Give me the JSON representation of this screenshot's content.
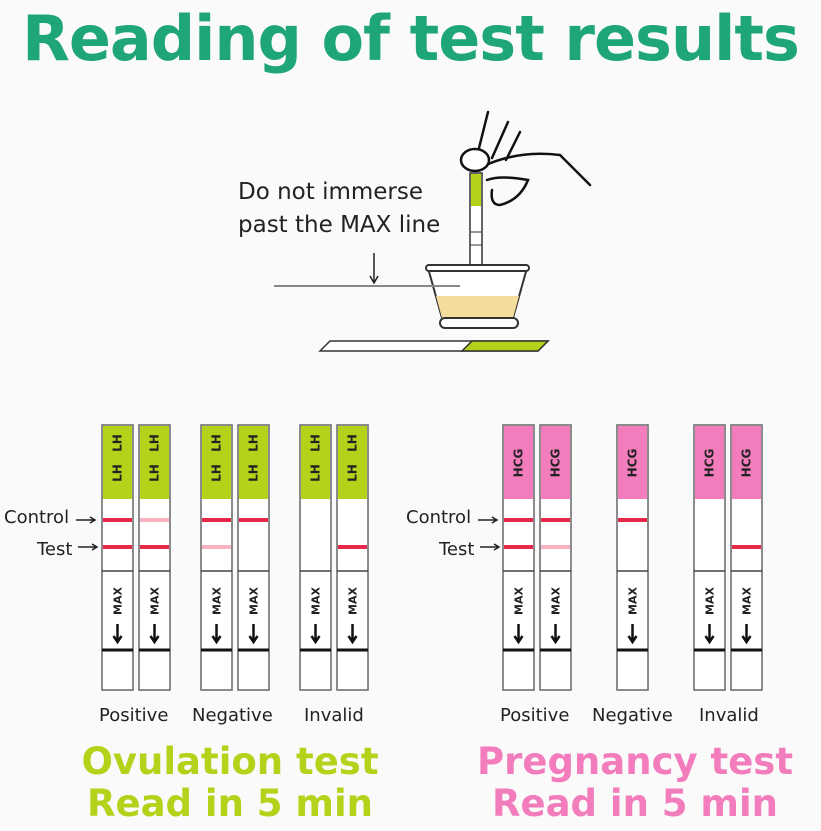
{
  "title": "Reading of test results",
  "instruction": {
    "line1": "Do not immerse",
    "line2": "past the MAX line"
  },
  "labels": {
    "control": "Control",
    "test": "Test",
    "max": "MAX"
  },
  "colors": {
    "title": "#1ea578",
    "ovulation": "#b5d21a",
    "pregnancy": "#f27cbc",
    "line": "#e8284a",
    "urine": "#f3dc9c"
  },
  "ovulation": {
    "strip_label": "LH",
    "results": [
      "Positive",
      "Negative",
      "Invalid"
    ],
    "caption1": "Ovulation test",
    "caption2": "Read in 5 min",
    "strips": [
      [
        "strong",
        "strong"
      ],
      [
        "faint",
        "strong"
      ],
      [
        "strong",
        "faint"
      ],
      [
        "strong",
        "none"
      ],
      [
        "none",
        "none"
      ],
      [
        "none",
        "strong"
      ]
    ]
  },
  "pregnancy": {
    "strip_label": "HCG",
    "results": [
      "Positive",
      "Negative",
      "Invalid"
    ],
    "caption1": "Pregnancy test",
    "caption2": "Read in 5 min",
    "strips": [
      [
        "strong",
        "strong"
      ],
      [
        "strong",
        "faint"
      ],
      [
        "strong",
        "none"
      ],
      [
        "none",
        "none"
      ],
      [
        "none",
        "strong"
      ]
    ]
  }
}
